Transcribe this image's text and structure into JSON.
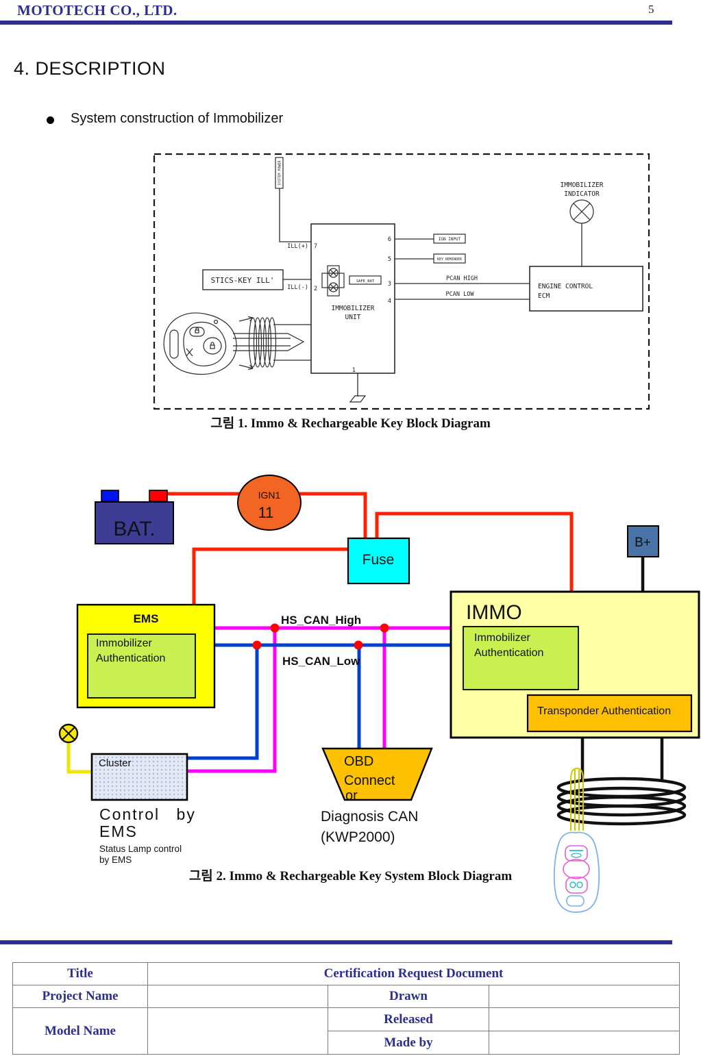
{
  "colors": {
    "navy": "#2b2d90",
    "wire_red": "#ff2200",
    "can_high_magenta": "#ff00ff",
    "can_low_blue": "#0040cc",
    "bus_label_blue": "#3050c8",
    "ems_yellow": "#feff01",
    "immo_pale_yellow": "#ffffa6",
    "auth_green": "#c9ef50",
    "transponder_gold": "#fec000",
    "obd_gold": "#fdc101",
    "fuse_cyan": "#01ffff",
    "bat_indigo": "#3d3d96",
    "b_plus_steel_blue": "#4a74a8",
    "ign_orange": "#f26522",
    "lamp_yellow": "#f6e800",
    "junction_dot_red": "#fe0000"
  },
  "header": {
    "company": "MOTOTECH CO., LTD.",
    "page_number": "5"
  },
  "section": {
    "heading": "4. DESCRIPTION",
    "bullet": "System construction of Immobilizer"
  },
  "figure1": {
    "caption": "그림  1. Immo & Rechargeable Key Block Diagram",
    "system_power": "SYSTEM POWER",
    "ill_plus": "ILL(+)",
    "pin7": "7",
    "stics_key": "STICS-KEY ILL'",
    "ill_minus": "ILL(-)",
    "pin2": "2",
    "safe_bat": "SAFE_BAT",
    "unit_line1": "IMMOBILIZER",
    "unit_line2": "UNIT",
    "pin6": "6",
    "ign_input": "IGN INPUT",
    "pin5": "5",
    "key_reminder": "KEY REMINDER",
    "pin3": "3",
    "pcan_high": "PCAN HIGH",
    "pin4": "4",
    "pcan_low": "PCAN LOW",
    "ecm_line1": "ENGINE CONTROL",
    "ecm_line2": "ECM",
    "ind_line1": "IMMOBILIZER",
    "ind_line2": "INDICATOR",
    "pin1": "1"
  },
  "figure2": {
    "caption": "그림  2. Immo & Rechargeable Key System Block Diagram",
    "bat": "BAT.",
    "ign_line1": "IGN1",
    "ign_line2": "11",
    "fuse": "Fuse",
    "b_plus": "B+",
    "ems_title": "EMS",
    "ems_auth_line1": "Immobilizer",
    "ems_auth_line2": "Authentication",
    "immo_title": "IMMO",
    "immo_auth_line1": "Immobilizer",
    "immo_auth_line2": "Authentication",
    "transponder": "Transponder Authentication",
    "can_high": "HS_CAN_High",
    "can_low": "HS_CAN_Low",
    "cluster": "Cluster",
    "control_line1": "Control by",
    "control_line2": "EMS",
    "status_line1": "Status Lamp control",
    "status_line2": "by EMS",
    "obd_line1": "OBD",
    "obd_line2": "Connect",
    "obd_line3": "or",
    "diag_line1": "Diagnosis CAN",
    "diag_line2": "(KWP2000)"
  },
  "table": {
    "title_label": "Title",
    "title_value": "Certification Request Document",
    "project_label": "Project Name",
    "drawn_label": "Drawn",
    "model_label": "Model Name",
    "released_label": "Released",
    "made_by_label": "Made by"
  }
}
